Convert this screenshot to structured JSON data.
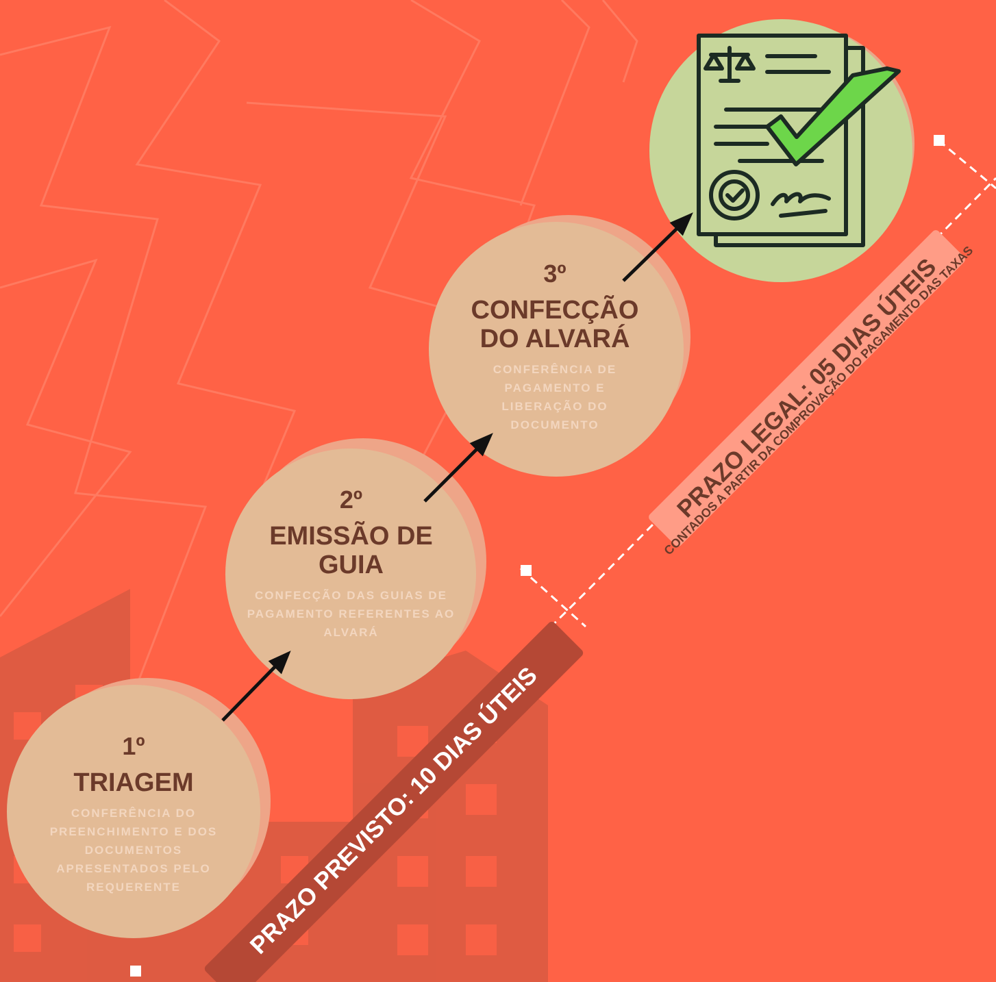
{
  "steps": [
    {
      "num": "1º",
      "title": "TRIAGEM",
      "desc": "CONFERÊNCIA DO PREENCHIMENTO E DOS DOCUMENTOS APRESENTADOS PELO REQUERENTE"
    },
    {
      "num": "2º",
      "title": "EMISSÃO DE GUIA",
      "desc": "CONFECÇÃO DAS GUIAS DE PAGAMENTO REFERENTES AO ALVARÁ"
    },
    {
      "num": "3º",
      "title": "CONFECÇÃO DO ALVARÁ",
      "desc": "CONFERÊNCIA DE PAGAMENTO E LIBERAÇÃO DO DOCUMENTO"
    }
  ],
  "deadlines": {
    "previsto": "PRAZO PREVISTO: 10 DIAS ÚTEIS",
    "legal": "PRAZO LEGAL: 05 DIAS ÚTEIS",
    "legal_note": "CONTADOS A PARTIR DA COMPROVAÇÃO DO PAGAMENTO DAS TAXAS"
  },
  "icons": [
    "document-approved-icon",
    "scale-icon",
    "seal-icon",
    "signature-icon",
    "checkmark-icon",
    "arrow-icon"
  ],
  "colors": {
    "background": "#ff6246",
    "step_circle": "#e3bb96",
    "step_text": "#6b3a2a",
    "final_circle": "#c6d69a",
    "check": "#6dd64a",
    "badge_previsto": "#b54835",
    "badge_legal": "#ff9c86"
  }
}
